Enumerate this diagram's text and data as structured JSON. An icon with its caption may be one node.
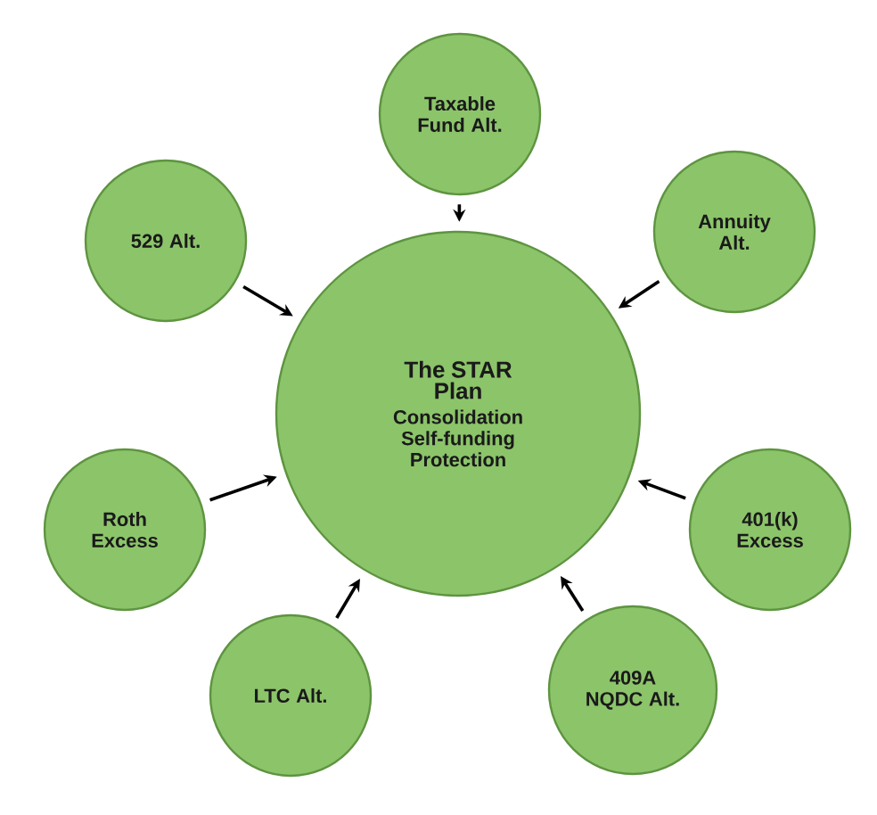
{
  "diagram": {
    "nodes": [
      {
        "text": [
          "The STAR Plan",
          "Consolidation Self-funding Protection"
        ]
      },
      {
        "text": [
          "Taxable Fund Alt."
        ]
      },
      {
        "text": [
          "529 Alt."
        ]
      },
      {
        "text": [
          "Annuity Alt."
        ]
      },
      {
        "text": [
          "Roth Excess"
        ]
      },
      {
        "text": [
          "401(k) Excess"
        ]
      },
      {
        "text": [
          "LTC Alt."
        ]
      },
      {
        "text": [
          "409A NQDC Alt."
        ]
      }
    ],
    "edges": [
      {
        "from": 1,
        "to": 0,
        "arrow": "to"
      },
      {
        "from": 2,
        "to": 0,
        "arrow": "to"
      },
      {
        "from": 3,
        "to": 0,
        "arrow": "to"
      },
      {
        "from": 4,
        "to": 0,
        "arrow": "to"
      },
      {
        "from": 5,
        "to": 0,
        "arrow": "to"
      },
      {
        "from": 6,
        "to": 0,
        "arrow": "to"
      },
      {
        "from": 7,
        "to": 0,
        "arrow": "to"
      }
    ]
  }
}
